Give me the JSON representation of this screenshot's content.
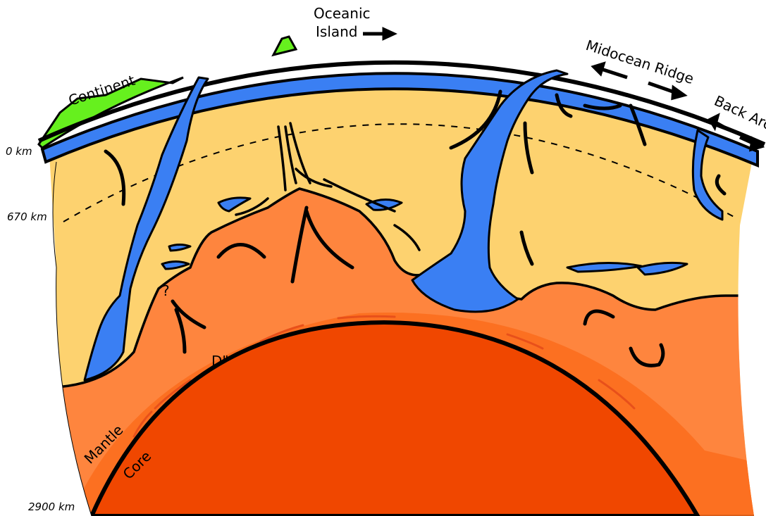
{
  "labels": {
    "oceanic_island": [
      "Oceanic",
      "Island"
    ],
    "continent": "Continent",
    "midocean_ridge": "Midocean Ridge",
    "back_arc": "Back Arc",
    "d_double_prime": "D\"",
    "mantle": "Mantle",
    "core": "Core",
    "question": "?"
  },
  "depths": {
    "surface": "0 km",
    "transition": "670 km",
    "cmb": "2900 km"
  },
  "colors": {
    "upper_mantle": "#fdd26f",
    "lower_mantle": "#fe853e",
    "d_layer": "#fb6c1c",
    "core": "#f04700",
    "slab": "#3a7ff3",
    "continent": "#66f01e",
    "outline": "#000000"
  }
}
